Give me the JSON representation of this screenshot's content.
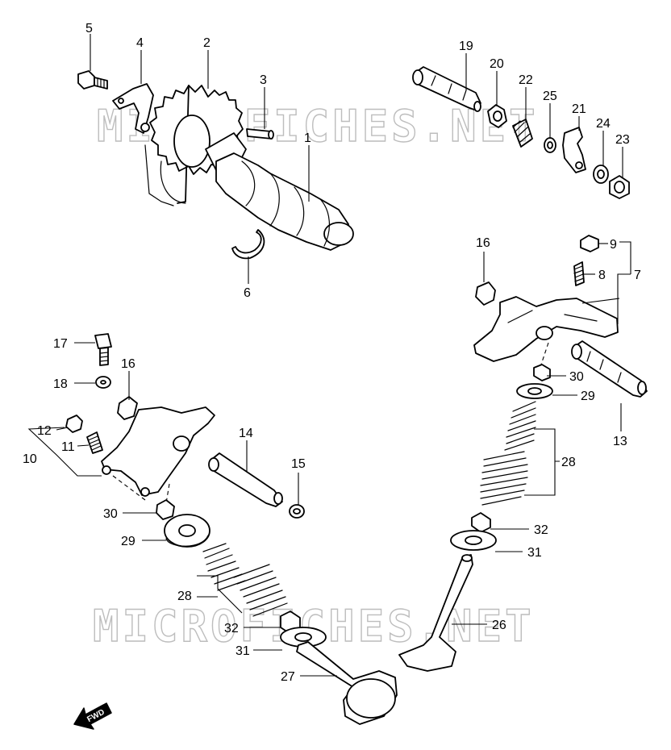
{
  "watermark": "MICROFICHES.NET",
  "direction_label": "FWD",
  "labels": {
    "p1": "1",
    "p2": "2",
    "p3": "3",
    "p4": "4",
    "p5": "5",
    "p6": "6",
    "p7": "7",
    "p8a": "8",
    "p9": "9",
    "p10": "10",
    "p11": "11",
    "p12": "12",
    "p13": "13",
    "p14": "14",
    "p15": "15",
    "p16a": "16",
    "p16b": "16",
    "p17": "17",
    "p18": "18",
    "p19": "19",
    "p20": "20",
    "p21": "21",
    "p22": "22",
    "p23": "23",
    "p24": "24",
    "p25": "25",
    "p26": "26",
    "p27": "27",
    "p28a": "28",
    "p28b": "28",
    "p29a": "29",
    "p29b": "29",
    "p30a": "30",
    "p30b": "30",
    "p31a": "31",
    "p31b": "31",
    "p32a": "32",
    "p32b": "32"
  }
}
